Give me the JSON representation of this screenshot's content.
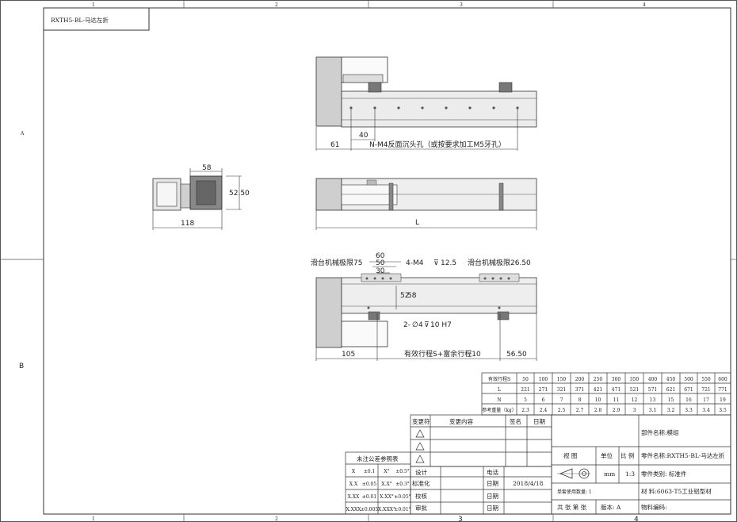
{
  "title_box": "RXTH5-BL-马达左折",
  "border": {
    "top_cols": [
      "1",
      "2",
      "3",
      "4"
    ],
    "bottom_cols": [
      "1",
      "2",
      "3",
      "4"
    ],
    "left_rows": [
      "A",
      "B"
    ]
  },
  "dims": {
    "top_61": "61",
    "top_40": "40",
    "top_note": "N-M4反面沉头孔（或按要求加工M5牙孔）",
    "side_58": "58",
    "side_52": "52.50",
    "side_118": "118",
    "mid_L": "L",
    "d60": "60",
    "d50": "50",
    "d30": "30",
    "limit_left": "滑台机械极限75",
    "m4": "4-M4",
    "m4_depth": "12.5",
    "limit_right": "滑台机械极限26.50",
    "d52": "52",
    "d58b": "58",
    "hole2": "2-",
    "hole2_spec": "4",
    "hole2_depth": "10 H7",
    "d105": "105",
    "stroke": "有效行程S+富余行程10",
    "d5650": "56.50"
  },
  "stroke_table": {
    "row_labels": [
      "有效行程S",
      "L",
      "N",
      "参考重量（kg）"
    ],
    "values": [
      [
        "50",
        "100",
        "150",
        "200",
        "250",
        "300",
        "350",
        "400",
        "450",
        "500",
        "550",
        "600"
      ],
      [
        "221",
        "271",
        "321",
        "371",
        "421",
        "471",
        "521",
        "571",
        "621",
        "671",
        "721",
        "771"
      ],
      [
        "5",
        "6",
        "7",
        "8",
        "10",
        "11",
        "12",
        "13",
        "15",
        "16",
        "17",
        "19"
      ],
      [
        "2.3",
        "2.4",
        "2.5",
        "2.7",
        "2.8",
        "2.9",
        "3",
        "3.1",
        "3.2",
        "3.3",
        "3.4",
        "3.5"
      ]
    ]
  },
  "revision": {
    "h_mark": "变更符",
    "h_content": "变更内容",
    "h_sign": "签名",
    "h_date": "日期"
  },
  "tolerance": {
    "title": "未注公差参照表",
    "rows": [
      [
        "X",
        "±0.1",
        "X°",
        "±0.5°"
      ],
      [
        "X.X",
        "±0.05",
        "X.X°",
        "±0.3°"
      ],
      [
        "X.XX",
        "±0.01",
        "X.XX°",
        "±0.05°"
      ],
      [
        "X.XXX",
        "±0.005",
        "X.XXX°",
        "±0.01°"
      ]
    ]
  },
  "approval": {
    "design": "设计",
    "standard": "标准化",
    "check": "校核",
    "review": "审批",
    "phone": "电话",
    "date_label": "日期",
    "date": "2018/4/18"
  },
  "title_block": {
    "part_name": "部件名称:模组",
    "view": "视  图",
    "unit": "单位",
    "scale_label": "比 例",
    "unit_value": "mm",
    "scale": "1:3",
    "component_name": "零件名称:RXTH5-BL-马达左折",
    "component_type": "零件类别:  标准件",
    "material": "材    料:6063-T5工业铝型材",
    "material_code": "物料编码:",
    "qty": "单套使用数量: 1",
    "sheets": "共  张  第  张",
    "version": "版本: A"
  }
}
